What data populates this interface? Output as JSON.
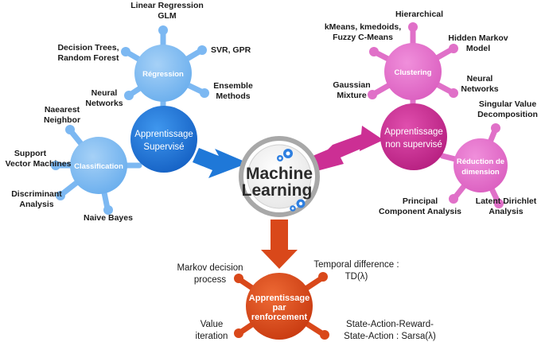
{
  "center": {
    "line1": "Machine",
    "line2": "Learning"
  },
  "colors": {
    "supervised": "#1f78d8",
    "supervised_light": "#7cb8f2",
    "unsupervised": "#cc2f94",
    "unsupervised_light": "#e070c8",
    "reinforcement": "#d9481a",
    "center_ring": "#a8a8a8"
  },
  "supervised": {
    "label_line1": "Apprentissage",
    "label_line2": "Supervisé",
    "regression": {
      "label": "Régression",
      "leaves": {
        "linear_1": "Linear Regression",
        "linear_2": "GLM",
        "svr": "SVR, GPR",
        "ensemble_1": "Ensemble",
        "ensemble_2": "Methods",
        "neural_1": "Neural",
        "neural_2": "Networks",
        "trees_1": "Decision Trees,",
        "trees_2": "Random Forest"
      }
    },
    "classification": {
      "label": "Classification",
      "leaves": {
        "nn_1": "Naearest",
        "nn_2": "Neighbor",
        "svm_1": "Support",
        "svm_2": "Vector Machines",
        "da_1": "Discriminant",
        "da_2": "Analysis",
        "nb": "Naive Bayes"
      }
    }
  },
  "unsupervised": {
    "label_line1": "Apprentissage",
    "label_line2": "non supervisé",
    "clustering": {
      "label": "Clustering",
      "leaves": {
        "hier": "Hierarchical",
        "kmeans_1": "kMeans, kmedoids,",
        "kmeans_2": "Fuzzy C-Means",
        "hmm_1": "Hidden Markov",
        "hmm_2": "Model",
        "gauss_1": "Gaussian",
        "gauss_2": "Mixture",
        "neural_1": "Neural",
        "neural_2": "Networks"
      }
    },
    "dimred": {
      "label_1": "Réduction de",
      "label_2": "dimension",
      "leaves": {
        "svd_1": "Singular Value",
        "svd_2": "Decomposition",
        "pca_1": "Principal",
        "pca_2": "Component Analysis",
        "lda_1": "Latent Dirichlet",
        "lda_2": "Analysis"
      }
    }
  },
  "reinforcement": {
    "label_line1": "Apprentissage",
    "label_line2": "par",
    "label_line3": "renforcement",
    "leaves": {
      "mdp_1": "Markov decision",
      "mdp_2": "process",
      "td_1": "Temporal difference :",
      "td_2": "TD(λ)",
      "vi_1": "Value",
      "vi_2": "iteration",
      "sarsa_1": "State-Action-Reward-",
      "sarsa_2": "State-Action : Sarsa(λ)"
    }
  }
}
